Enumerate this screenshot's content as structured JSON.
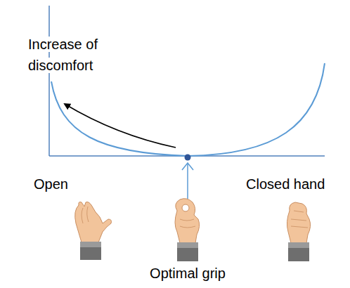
{
  "diagram": {
    "labels": [
      "Increase of discomfort",
      "Open",
      "Closed hand",
      "Optimal grip"
    ]
  }
}
